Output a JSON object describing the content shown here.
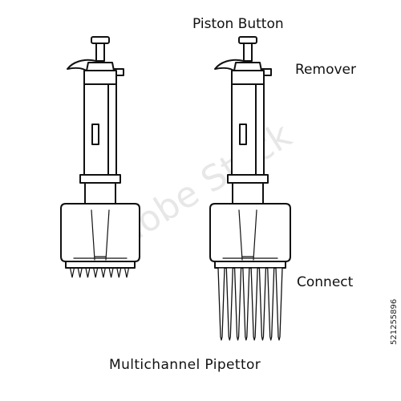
{
  "labels": {
    "piston_button": "Piston Button",
    "remover": "Remover",
    "connect": "Connect",
    "title": "Multichannel Pipettor"
  },
  "side_id": "521255896",
  "watermark": "Adobe Stock",
  "colors": {
    "stroke": "#111111",
    "background": "#ffffff"
  },
  "pipettes": [
    {
      "id": "without-tips",
      "channels": 8,
      "tips": "short"
    },
    {
      "id": "with-tips",
      "channels": 8,
      "tips": "long"
    }
  ]
}
